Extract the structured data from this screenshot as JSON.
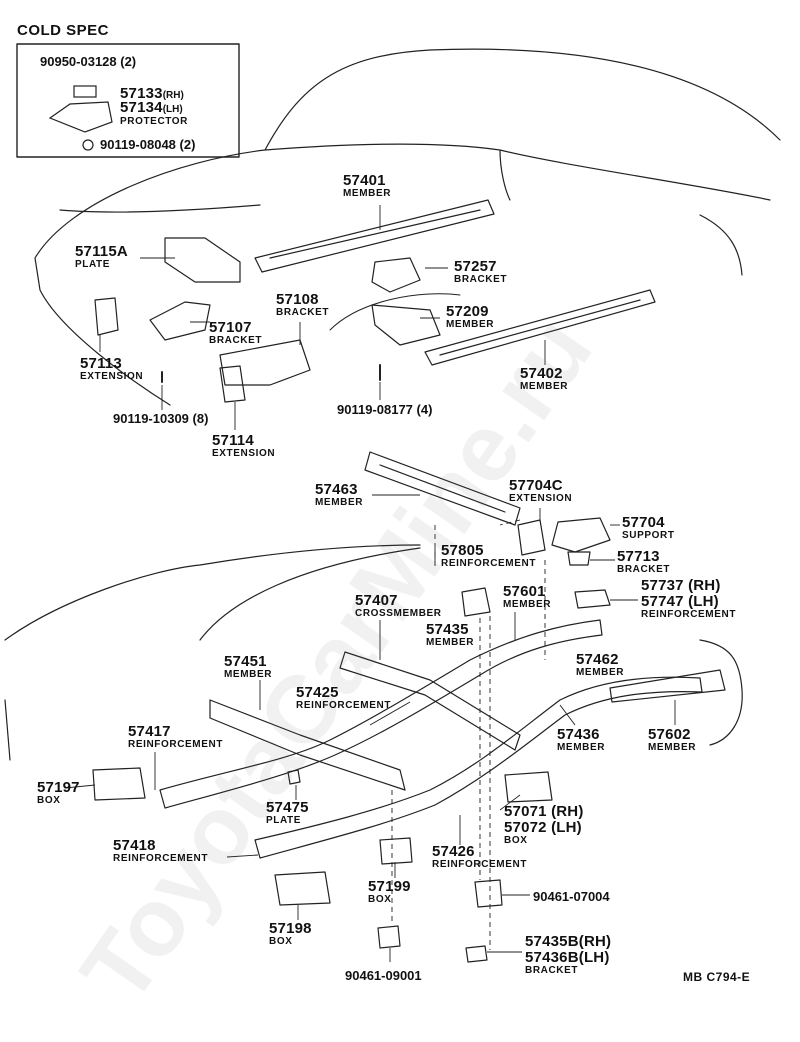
{
  "header": {
    "title": "COLD SPEC"
  },
  "footer": {
    "code": "MB  C794-E"
  },
  "watermark": {
    "text": "ToyotaCarMine.ru"
  },
  "inset": [
    {
      "number": "90950-03128",
      "suffix": " (2)"
    },
    {
      "number": "57133",
      "suffix": "(RH)"
    },
    {
      "number": "57134",
      "suffix": "(LH)"
    },
    {
      "number": "PROTECTOR",
      "suffix": ""
    },
    {
      "number": "90119-08048",
      "suffix": " (2)"
    }
  ],
  "parts": [
    {
      "number": "57401",
      "name": "MEMBER"
    },
    {
      "number": "57115A",
      "name": "PLATE"
    },
    {
      "number": "57257",
      "name": "BRACKET"
    },
    {
      "number": "57108",
      "name": "BRACKET"
    },
    {
      "number": "57107",
      "name": "BRACKET"
    },
    {
      "number": "57209",
      "name": "MEMBER"
    },
    {
      "number": "57113",
      "name": "EXTENSION"
    },
    {
      "number": "57402",
      "name": "MEMBER"
    },
    {
      "number": "90119-10309 (8)",
      "name": ""
    },
    {
      "number": "90119-08177 (4)",
      "name": ""
    },
    {
      "number": "57114",
      "name": "EXTENSION"
    },
    {
      "number": "57463",
      "name": "MEMBER"
    },
    {
      "number": "57704C",
      "name": "EXTENSION"
    },
    {
      "number": "57704",
      "name": "SUPPORT"
    },
    {
      "number": "57805",
      "name": "REINFORCEMENT"
    },
    {
      "number": "57713",
      "name": "BRACKET"
    },
    {
      "number": "57737 (RH)",
      "name": ""
    },
    {
      "number": "57747 (LH)",
      "name": "REINFORCEMENT"
    },
    {
      "number": "57407",
      "name": "CROSSMEMBER"
    },
    {
      "number": "57601",
      "name": "MEMBER"
    },
    {
      "number": "57435",
      "name": "MEMBER"
    },
    {
      "number": "57451",
      "name": "MEMBER"
    },
    {
      "number": "57462",
      "name": "MEMBER"
    },
    {
      "number": "57425",
      "name": "REINFORCEMENT"
    },
    {
      "number": "57417",
      "name": "REINFORCEMENT"
    },
    {
      "number": "57436",
      "name": "MEMBER"
    },
    {
      "number": "57602",
      "name": "MEMBER"
    },
    {
      "number": "57197",
      "name": "BOX"
    },
    {
      "number": "57475",
      "name": "PLATE"
    },
    {
      "number": "57071 (RH)",
      "name": ""
    },
    {
      "number": "57072 (LH)",
      "name": "BOX"
    },
    {
      "number": "57418",
      "name": "REINFORCEMENT"
    },
    {
      "number": "57426",
      "name": "REINFORCEMENT"
    },
    {
      "number": "57199",
      "name": "BOX"
    },
    {
      "number": "90461-07004",
      "name": ""
    },
    {
      "number": "57198",
      "name": "BOX"
    },
    {
      "number": "57435B(RH)",
      "name": ""
    },
    {
      "number": "57436B(LH)",
      "name": "BRACKET"
    },
    {
      "number": "90461-09001",
      "name": ""
    }
  ]
}
